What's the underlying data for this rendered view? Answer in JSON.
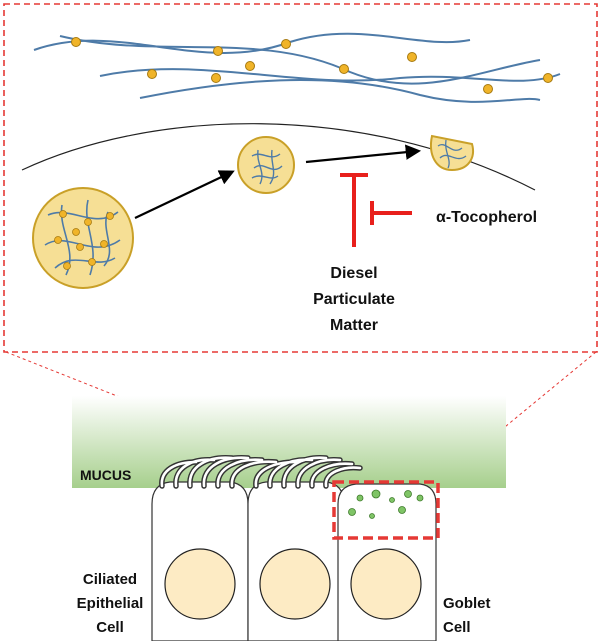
{
  "labels": {
    "mucus": "MUCUS",
    "inhibitor": "α-Tocopherol",
    "agent_line1": "Diesel",
    "agent_line2": "Particulate",
    "agent_line3": "Matter",
    "ciliated_line1": "Ciliated",
    "ciliated_line2": "Epithelial",
    "ciliated_line3": "Cell",
    "goblet_line1": "Goblet",
    "goblet_line2": "Cell"
  },
  "colors": {
    "zoom_box": "#e53935",
    "inhibition_bar": "#e8201c",
    "mucin_strand": "#4e7ba8",
    "mucin_bead": "#f0b429",
    "granule_fill": "#f6df95",
    "granule_stroke": "#c9a028",
    "nucleus_fill": "#fdebc4",
    "mucus_gradient_top": "#ffffff",
    "mucus_gradient_bottom": "#a6cf8c",
    "goblet_granule": "#7fc466"
  }
}
